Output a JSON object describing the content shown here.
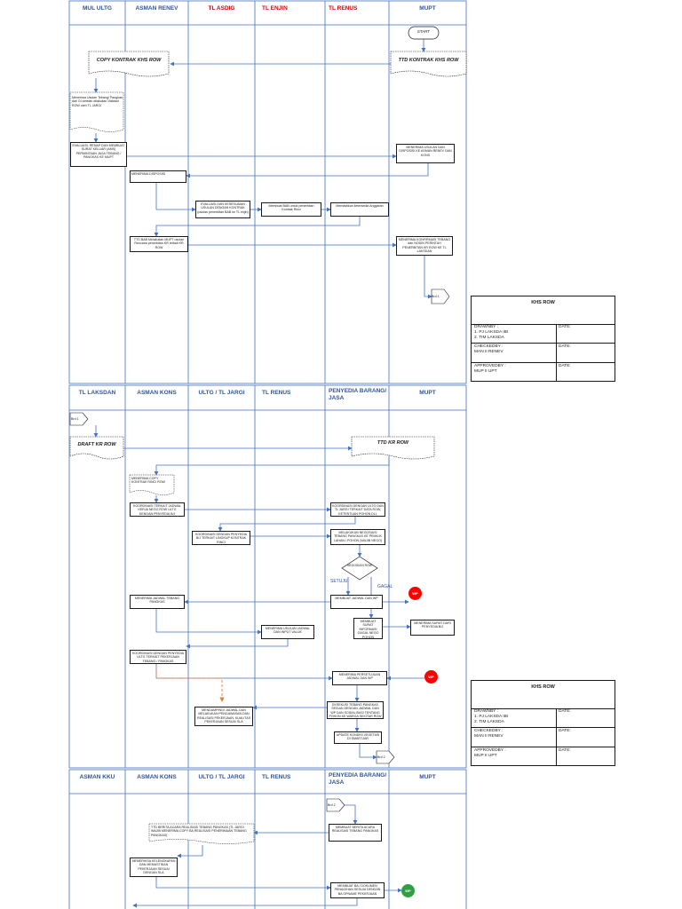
{
  "colors": {
    "blue_line": "#4472c4",
    "dark_line": "#1a1a1a",
    "orange_dash": "#ed7d31",
    "lane_header": "#2f5597",
    "red_header": "#e00000",
    "wp_red": "#ff0000",
    "wp_green": "#2ea043"
  },
  "section1": {
    "lanes": [
      "MUL ULTG",
      "ASMAN RENEV",
      "TL ASDIG",
      "TL ENJIN",
      "TL RENUS",
      "MUPT"
    ],
    "start": "START",
    "ttd_kontrak": "TTD KONTRAK KHS ROW",
    "copy_kontrak": "COPY KONTRAK KHS ROW",
    "note_usulan": "Menerima Usulan Tebang/ Pangkas dari GI setelah dilakukan Validasi ROW oleh TL JARGI",
    "box_evaluasi": "EVALUASI, RENAP DAN MEMBUAT SURAT KELUAR (AMS) PERMINTAAN JASA TEBANG / PANGKAS KE MUPT",
    "box_menerima_usulan": "MENERIMA USULAN DAN DISPOSISI KE ASMAN RENEV DAN KONS",
    "box_disposisi": "MENERIMA DISPOSISI",
    "box_evaluasi_dan_sesuai": "EVALUASI DAN KESESUAIAN USULAN DENGAN KONTRAK (usulan penerbitan BAB ke TL enjin)",
    "box_bab": "Membuat BAB untuk penerbitan Kontrak Rinci",
    "box_anggaran": "Memastikan ketersedia Anggaran",
    "box_ttd": "TTD BAB Melakukan MUPT usulan Rencana penerbitan KR terkait KR ROW",
    "box_menerima_konfirmasi": "MENERIMA KONFIRMASI TEBANG dan NODIN PERINTAH PENERBITAN KR ROW KE TL LAKSDAN",
    "connector_to": "Brd 1"
  },
  "section2": {
    "lanes": [
      "TL LAKSDAN",
      "ASMAN KONS",
      "ULTG / TL JARGI",
      "TL RENUS",
      "PENYEDIA BARANG/ JASA",
      "MUPT"
    ],
    "connector_from": "Brd 1",
    "draft_kr": "DRAFT KR ROW",
    "ttd_kr": "TTD KR ROW",
    "note_copy": "MENERIMA COPY KONTRAK RINCI ROW",
    "box_koordinasi_jadwal": "KOORDINASI TERKAIT JADWAL KERJA NEGO ROW ULTG DENGAN PENYEDIA B/J",
    "box_koordinasi_ultg": "KOORDINASI DENGAN ULTG DAN TL JARGI TERKAIT DATA ROW, KETENTUAN POHON DLL",
    "box_koordinasi_penyedia": "KOORDINASI DENGAN PENYEDIA B/J TERKAIT LINGKUP KONTRAK RINCI",
    "box_melakukan_nego": "MELAKUKAN NEGOSIASI TEBANG PANGKAS KE PEMILIK LAHAN / POHON (WAJIB NEGO)",
    "diamond": "NEGOSIASI ROW",
    "setuju": "SETUJU",
    "gagal": "GAGAL",
    "box_jadwal_tebang": "MENERIMA JADWAL TEBANG PANGKAS",
    "box_membuat_jadwal": "MEMBUAT JADWAL DAN WP",
    "wp1": "WP",
    "box_informasi_gagal": "MEMBUAT SURAT INFORMASI GAGAL NEGO POHON",
    "box_menerima_surat": "MENERIMA SURAT DARI PENYEDIA B/J",
    "box_usulan_jadwal": "MENERIMA USULAN JADWAL DAN INPUT VALUE",
    "box_koordinasi_ultg2": "KOORDINASI DENGAN PENYEDIA ULTG TERKAIT PEKERJAAN TEBANG / PANGKAS",
    "box_persetujuan": "MENERIMA PERSETUJUAN JADWAL DAN WP",
    "wp2": "WP",
    "box_pengawasan": "MENDAMPINGI JADWAL DAN MELAKUKAN PENGAWASAN DAN REALISASI PEKERJAAN, KUALITAS PEKERJAAN SESUAI SLA",
    "box_eksekusi": "EKSEKUSI TEBANG PANGKAS SESUAI DENGAN JADWAL DAN WP DAN SOSIALISASI TENTANG POHON KE WARGA SEKITAR ROW",
    "box_update": "UPDATE KONDISI VEGETASI DI SMARTJAR",
    "connector_to": "Brd 2"
  },
  "section3": {
    "lanes": [
      "ASMAN KKU",
      "ASMAN KONS",
      "ULTG / TL JARGI",
      "TL RENUS",
      "PENYEDIA BARANG/ JASA",
      "MUPT"
    ],
    "connector_from": "Brd 2",
    "note_ttd_berita": "TTD BERITA ACARA REALISASI TEBANG PANGKAS (TL JARGI WAJIB MENERIMA COPY BA REALISASI PENERIMAAN TEBANG PANGKAS)",
    "box_membuat_berita": "MEMBUAT BERITA ACARA REALISASI TEBANG PANGKAS",
    "box_memastikan": "MEMERIKSA KELENGKAPAN DAN MEMASTIKAN PEKERJAAN SESUAI DENGAN SLA",
    "box_dokumen": "MEMBUAT BA / DOKUMEN PENAGIHAN SESUAI DENGAN BA OPNAME PEKERJAAN",
    "wp3": "WP"
  },
  "khs_table1": {
    "title": "KHS ROW",
    "drawn_label": "DRAWNBY :",
    "drawn_1": "1. PJ LAKSDA IBI",
    "drawn_2": "2. TIM LAKSDA",
    "checked_label": "CHECKEDBY :",
    "checked_val": "MAN II RENEV",
    "approved_label": "APPROVEDBY :",
    "approved_val": "MUP II UPT",
    "date": "DATE:"
  },
  "khs_table2": {
    "title": "KHS ROW",
    "drawn_label": "DRAWNBY :",
    "drawn_1": "1. PJ LAKSDA IBI",
    "drawn_2": "2. TIM LAKSDA",
    "checked_label": "CHECKEDBY :",
    "checked_val": "MAN II RENEV",
    "approved_label": "APPROVEDBY :",
    "approved_val": "MUP II UPT",
    "date": "DATE:"
  }
}
